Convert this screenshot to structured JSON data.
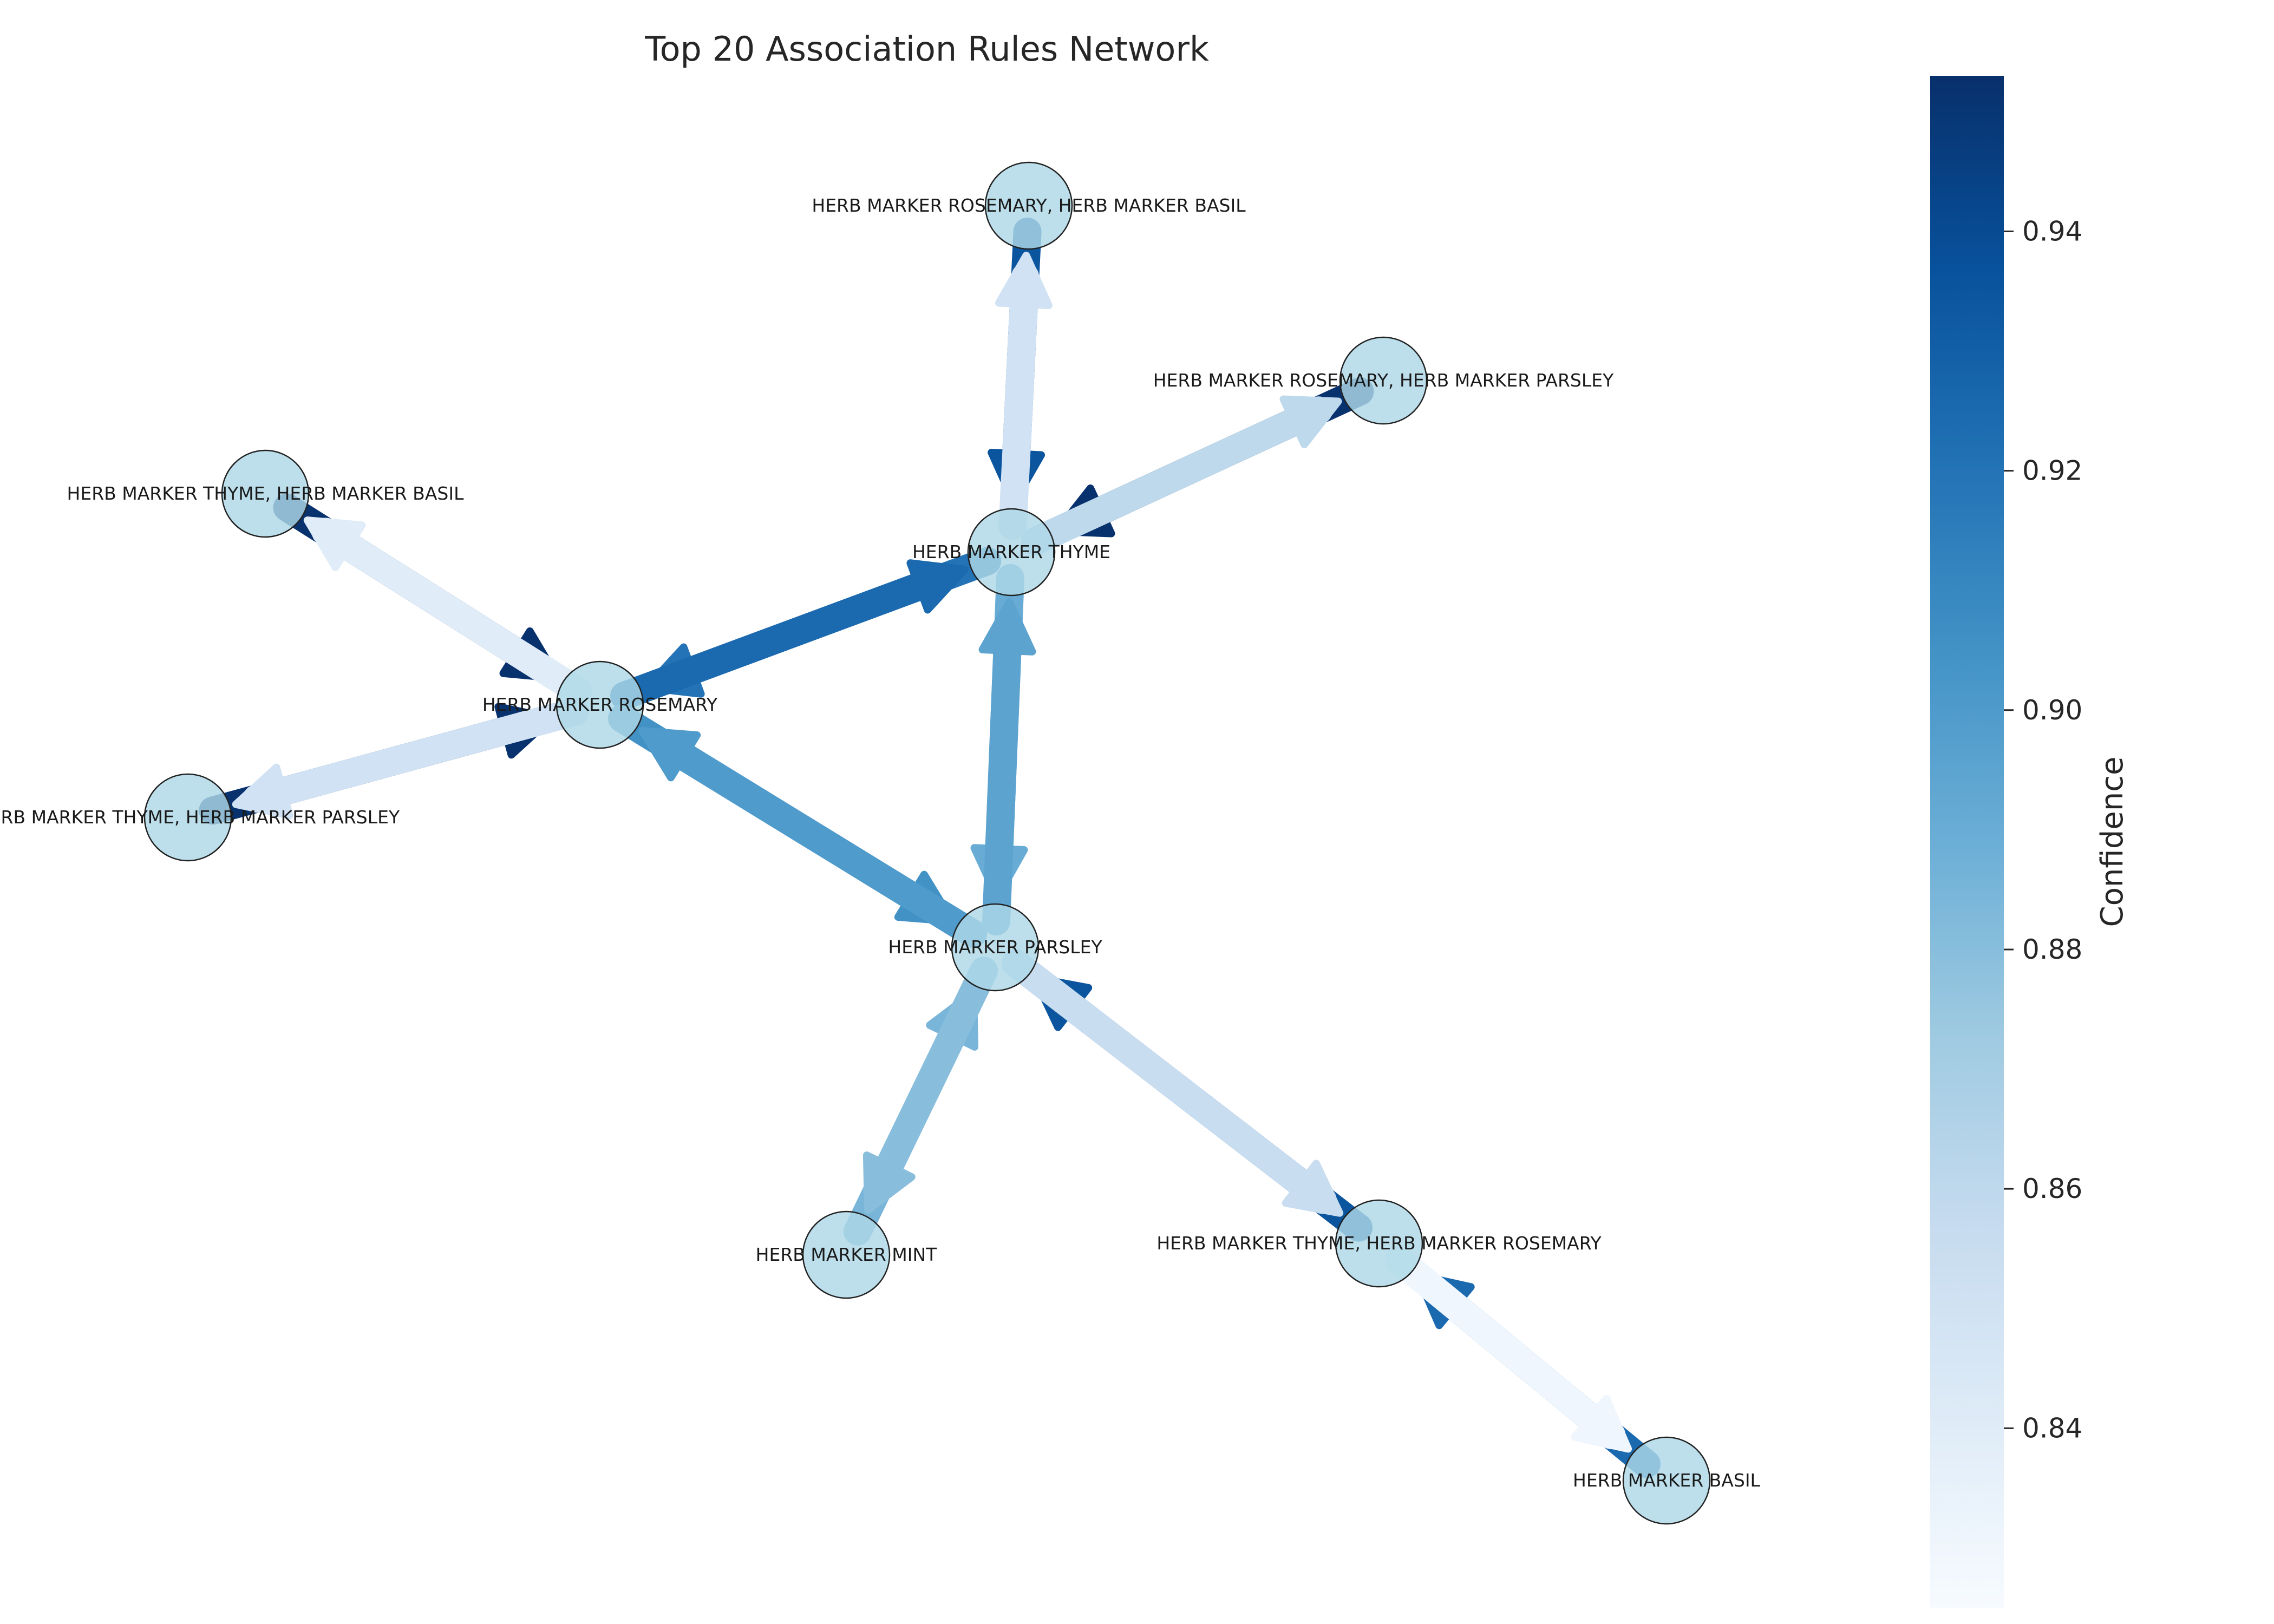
{
  "title": "Top 20 Association Rules Network",
  "nodes": [
    {
      "id": "rb",
      "label": "HERB MARKER ROSEMARY, HERB MARKER BASIL"
    },
    {
      "id": "rp",
      "label": "HERB MARKER ROSEMARY, HERB MARKER PARSLEY"
    },
    {
      "id": "tb",
      "label": "HERB MARKER THYME, HERB MARKER BASIL"
    },
    {
      "id": "thyme",
      "label": "HERB MARKER THYME"
    },
    {
      "id": "rosemary",
      "label": "HERB MARKER ROSEMARY"
    },
    {
      "id": "tp",
      "label": "HERB MARKER THYME, HERB MARKER PARSLEY"
    },
    {
      "id": "parsley",
      "label": "HERB MARKER PARSLEY"
    },
    {
      "id": "mint",
      "label": "HERB MARKER MINT"
    },
    {
      "id": "tr",
      "label": "HERB MARKER THYME, HERB MARKER ROSEMARY"
    },
    {
      "id": "basil",
      "label": "HERB MARKER BASIL"
    }
  ],
  "edges": [
    {
      "source": "rb",
      "target": "thyme",
      "confidence": 0.935
    },
    {
      "source": "thyme",
      "target": "rb",
      "confidence": 0.85
    },
    {
      "source": "rp",
      "target": "thyme",
      "confidence": 0.952
    },
    {
      "source": "thyme",
      "target": "rp",
      "confidence": 0.86
    },
    {
      "source": "tb",
      "target": "rosemary",
      "confidence": 0.952
    },
    {
      "source": "rosemary",
      "target": "tb",
      "confidence": 0.84
    },
    {
      "source": "thyme",
      "target": "rosemary",
      "confidence": 0.92
    },
    {
      "source": "rosemary",
      "target": "thyme",
      "confidence": 0.925
    },
    {
      "source": "tp",
      "target": "rosemary",
      "confidence": 0.952
    },
    {
      "source": "rosemary",
      "target": "tp",
      "confidence": 0.85
    },
    {
      "source": "rosemary",
      "target": "parsley",
      "confidence": 0.905
    },
    {
      "source": "parsley",
      "target": "rosemary",
      "confidence": 0.9
    },
    {
      "source": "thyme",
      "target": "parsley",
      "confidence": 0.89
    },
    {
      "source": "parsley",
      "target": "thyme",
      "confidence": 0.895
    },
    {
      "source": "mint",
      "target": "parsley",
      "confidence": 0.885
    },
    {
      "source": "parsley",
      "target": "mint",
      "confidence": 0.88
    },
    {
      "source": "tr",
      "target": "parsley",
      "confidence": 0.935
    },
    {
      "source": "parsley",
      "target": "tr",
      "confidence": 0.855
    },
    {
      "source": "basil",
      "target": "tr",
      "confidence": 0.925
    },
    {
      "source": "tr",
      "target": "basil",
      "confidence": 0.83
    }
  ],
  "node_color": "#add8e6",
  "colorbar": {
    "label": "Confidence",
    "colormap": "Blues",
    "range": [
      0.825,
      0.953
    ],
    "ticks": [
      "0.84",
      "0.86",
      "0.88",
      "0.90",
      "0.92",
      "0.94"
    ]
  }
}
